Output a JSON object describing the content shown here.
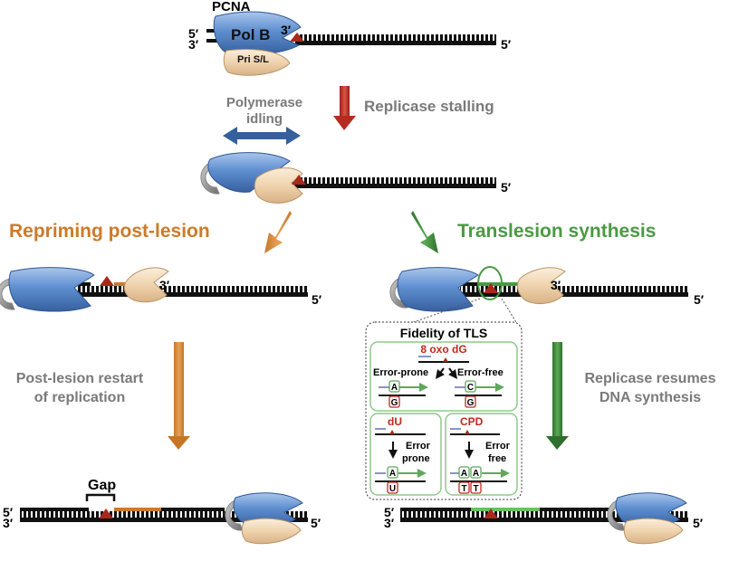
{
  "top": {
    "pcna": "PCNA",
    "polb": "Pol B",
    "pri": "Pri S/L",
    "end5": "5′",
    "end3": "3′",
    "primer3": "3′",
    "templ5": "5′"
  },
  "stall": {
    "idling": [
      "Polymerase",
      "idling"
    ],
    "stalling": "Replicase stalling",
    "templ5": "5′"
  },
  "left": {
    "title": "Repriming post-lesion",
    "primer3": "3′",
    "templ5": "5′",
    "restart": [
      "Post-lesion restart",
      "of replication"
    ],
    "gap": "Gap",
    "bot5": "5′",
    "bot3": "3′",
    "bot_right5": "5′"
  },
  "right": {
    "title": "Translesion synthesis",
    "primer3": "3′",
    "templ5": "5′",
    "resumes": [
      "Replicase resumes",
      "DNA synthesis"
    ],
    "bot5": "5′",
    "bot3": "3′",
    "bot_right5": "5′"
  },
  "fidelity": {
    "title": "Fidelity of TLS",
    "oxo": "8 oxo dG",
    "error_prone": "Error-prone",
    "error_free": "Error-free",
    "b1_top": "A",
    "b1_bot": "G",
    "b2_top": "C",
    "b2_bot": "G",
    "du": "dU",
    "du_label": [
      "Error",
      "prone"
    ],
    "b3_top": "A",
    "b3_bot": "U",
    "cpd": "CPD",
    "cpd_label": [
      "Error",
      "free"
    ],
    "b4_top": [
      "A",
      "A"
    ],
    "b4_bot": [
      "T",
      "T"
    ]
  },
  "colors": {
    "orange": "#cc7a2a",
    "green": "#4a9a44",
    "red": "#b22d1f",
    "blue": "#35609b",
    "gray": "#7a7a7a",
    "lesion": "#a8281c"
  }
}
